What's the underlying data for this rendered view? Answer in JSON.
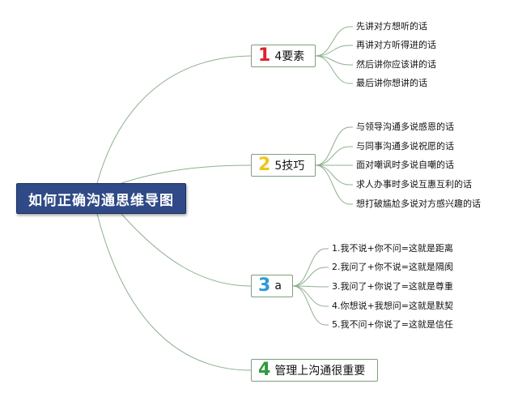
{
  "root": {
    "title": "如何正确沟通思维导图"
  },
  "branches": [
    {
      "number": "1",
      "label": "4要素",
      "color": "#e0202c",
      "leaves": [
        "先讲对方想听的话",
        "再讲对方听得进的话",
        "然后讲你应该讲的话",
        "最后讲你想讲的话"
      ]
    },
    {
      "number": "2",
      "label": "5技巧",
      "color": "#f2c418",
      "leaves": [
        "与领导沟通多说感恩的话",
        "与同事沟通多说祝愿的话",
        "面对嘲讽时多说自嘲的话",
        "求人办事时多说互惠互利的话",
        "想打破尴尬多说对方感兴趣的话"
      ]
    },
    {
      "number": "3",
      "label": "a",
      "color": "#2a9ad6",
      "leaves": [
        "1.我不说+你不问=这就是距离",
        "2.我问了+你不说=这就是隔阂",
        "3.我问了+你说了=这就是尊重",
        "4.你想说+我想问=这就是默契",
        "5.我不问+你说了=这就是信任"
      ]
    },
    {
      "number": "4",
      "label": "管理上沟通很重要",
      "color": "#2e9b3c",
      "leaves": []
    }
  ],
  "colors": {
    "line": "#8fb08f",
    "root_bg": "#2f4a86"
  }
}
